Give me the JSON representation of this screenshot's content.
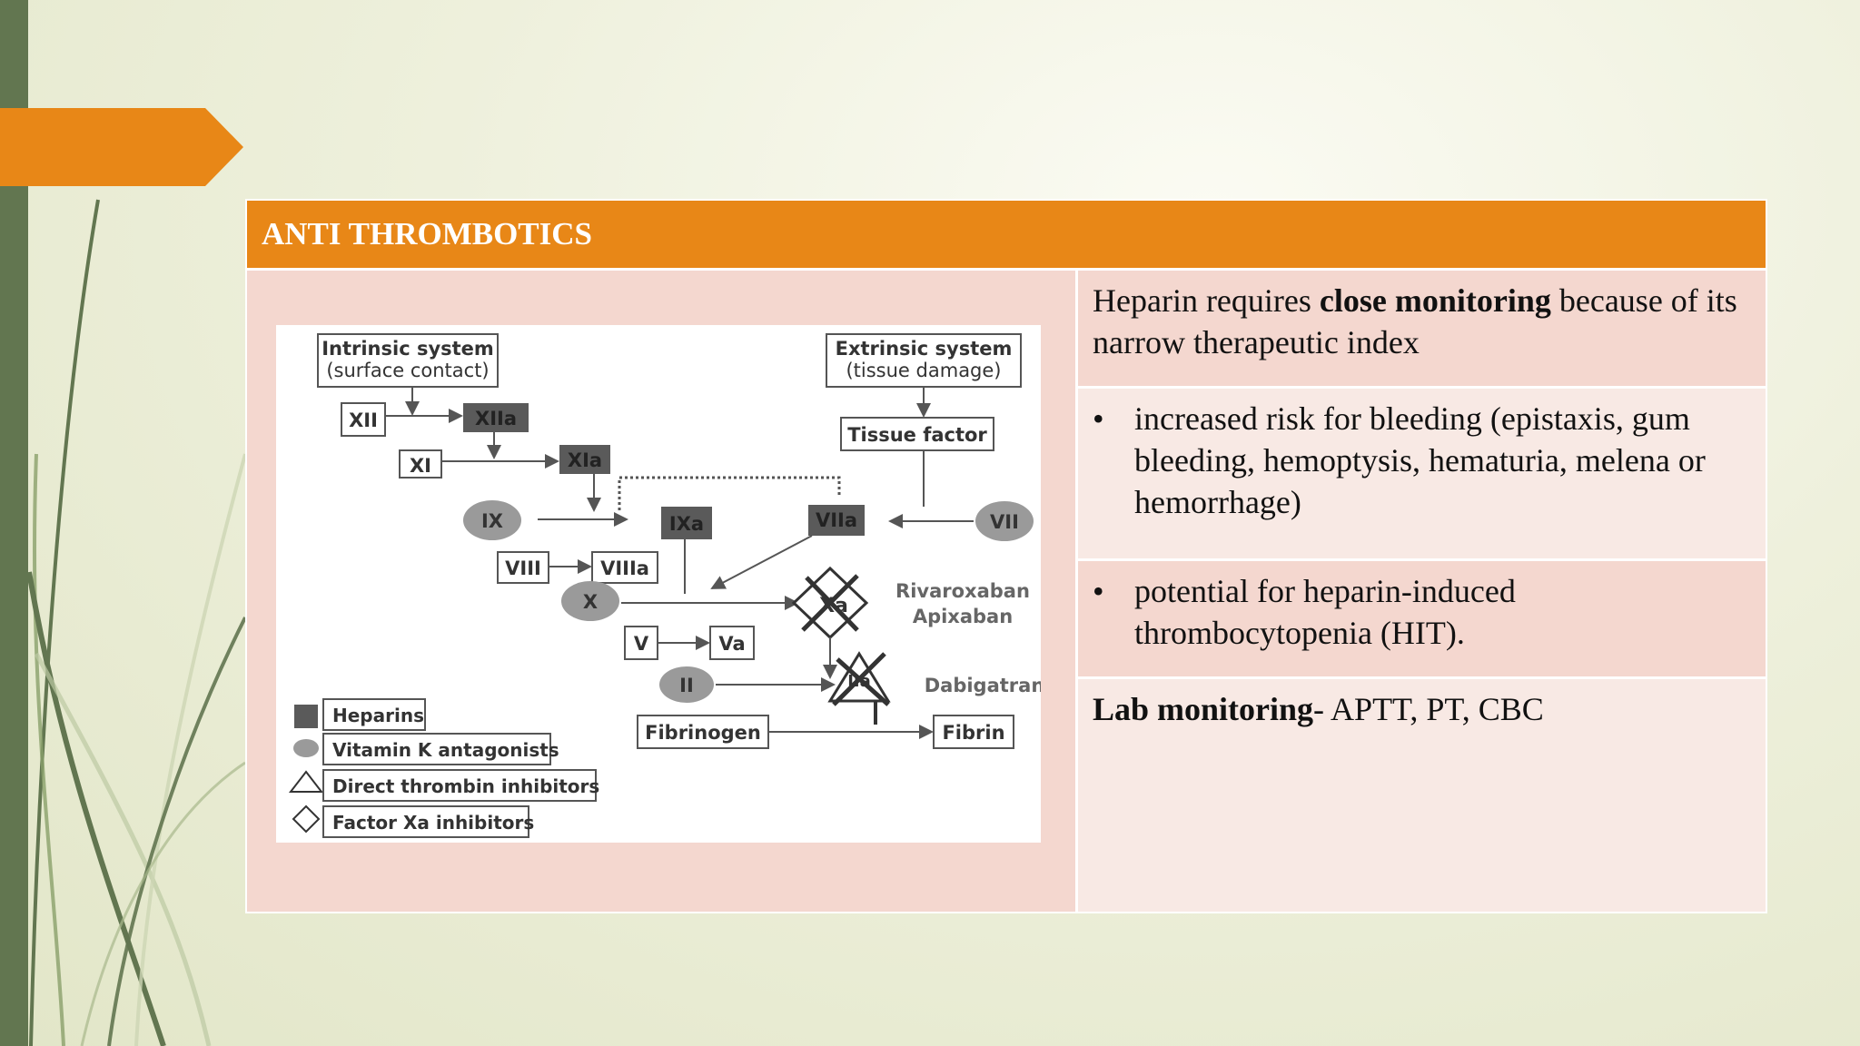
{
  "slide": {
    "title": "ANTI THROMBOTICS",
    "accent_color": "#e88717",
    "side_bar_color": "#627650"
  },
  "right_column": {
    "intro_pre": "Heparin requires ",
    "intro_bold": "close monitoring",
    "intro_post": " because of its narrow therapeutic index",
    "bullet_1": "increased risk for bleeding (epistaxis, gum bleeding, hemoptysis, hematuria, melena or hemorrhage)",
    "bullet_2": "potential for heparin-induced thrombocytopenia (HIT).",
    "lab_bold": "Lab monitoring",
    "lab_rest": "- APTT, PT, CBC",
    "bullet_symbol": "•"
  },
  "diagram": {
    "intrinsic_title": "Intrinsic system",
    "intrinsic_sub": "(surface contact)",
    "extrinsic_title": "Extrinsic system",
    "extrinsic_sub": "(tissue damage)",
    "tissue_factor": "Tissue factor",
    "f_xii": "XII",
    "f_xiia": "XIIa",
    "f_xi": "XI",
    "f_xia": "XIa",
    "f_ix": "IX",
    "f_ixa": "IXa",
    "f_viia": "VIIa",
    "f_vii": "VII",
    "f_viii": "VIII",
    "f_viiia": "VIIIa",
    "f_x": "X",
    "f_xa": "Xa",
    "f_v": "V",
    "f_va": "Va",
    "f_ii": "II",
    "f_iia": "IIa",
    "fibrinogen": "Fibrinogen",
    "fibrin": "Fibrin",
    "rivaroxaban": "Rivaroxaban",
    "apixaban": "Apixaban",
    "dabigatran": "Dabigatran",
    "legend": {
      "heparins": "Heparins",
      "vka": "Vitamin K antagonists",
      "dti": "Direct thrombin inhibitors",
      "fxa": "Factor Xa inhibitors"
    }
  }
}
